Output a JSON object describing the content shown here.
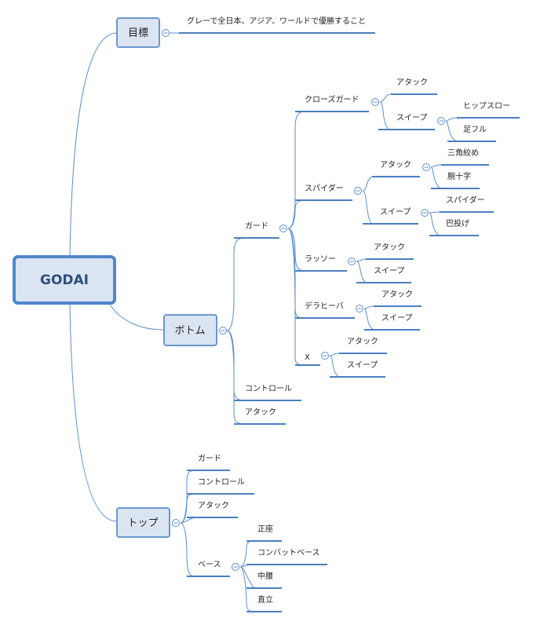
{
  "mindmap": {
    "root": "GODAI",
    "goal": {
      "label": "目標",
      "child": "グレーで全日本、アジア、ワールドで優勝すること"
    },
    "bottom": {
      "label": "ボトム",
      "guard": "ガード",
      "closed_guard": {
        "label": "クローズガード",
        "attack": "アタック",
        "sweep": "スイープ",
        "sweep_children": [
          "ヒップスロー",
          "足フル"
        ]
      },
      "spider": {
        "label": "スパイダー",
        "attack": "アタック",
        "attack_children": [
          "三角絞め",
          "腕十字"
        ],
        "sweep": "スイープ",
        "sweep_children": [
          "スパイダー",
          "巴投げ"
        ]
      },
      "lasso": {
        "label": "ラッソー",
        "attack": "アタック",
        "sweep": "スイープ"
      },
      "dlr": {
        "label": "デラヒーバ",
        "attack": "アタック",
        "sweep": "スイープ"
      },
      "x": {
        "label": "X",
        "attack": "アタック",
        "sweep": "スイープ"
      },
      "control": "コントロール",
      "attack": "アタック"
    },
    "top": {
      "label": "トップ",
      "guard": "ガード",
      "control": "コントロール",
      "attack": "アタック",
      "base": {
        "label": "ベース",
        "children": [
          "正座",
          "コンバットベース",
          "中腰",
          "直立"
        ]
      }
    }
  }
}
